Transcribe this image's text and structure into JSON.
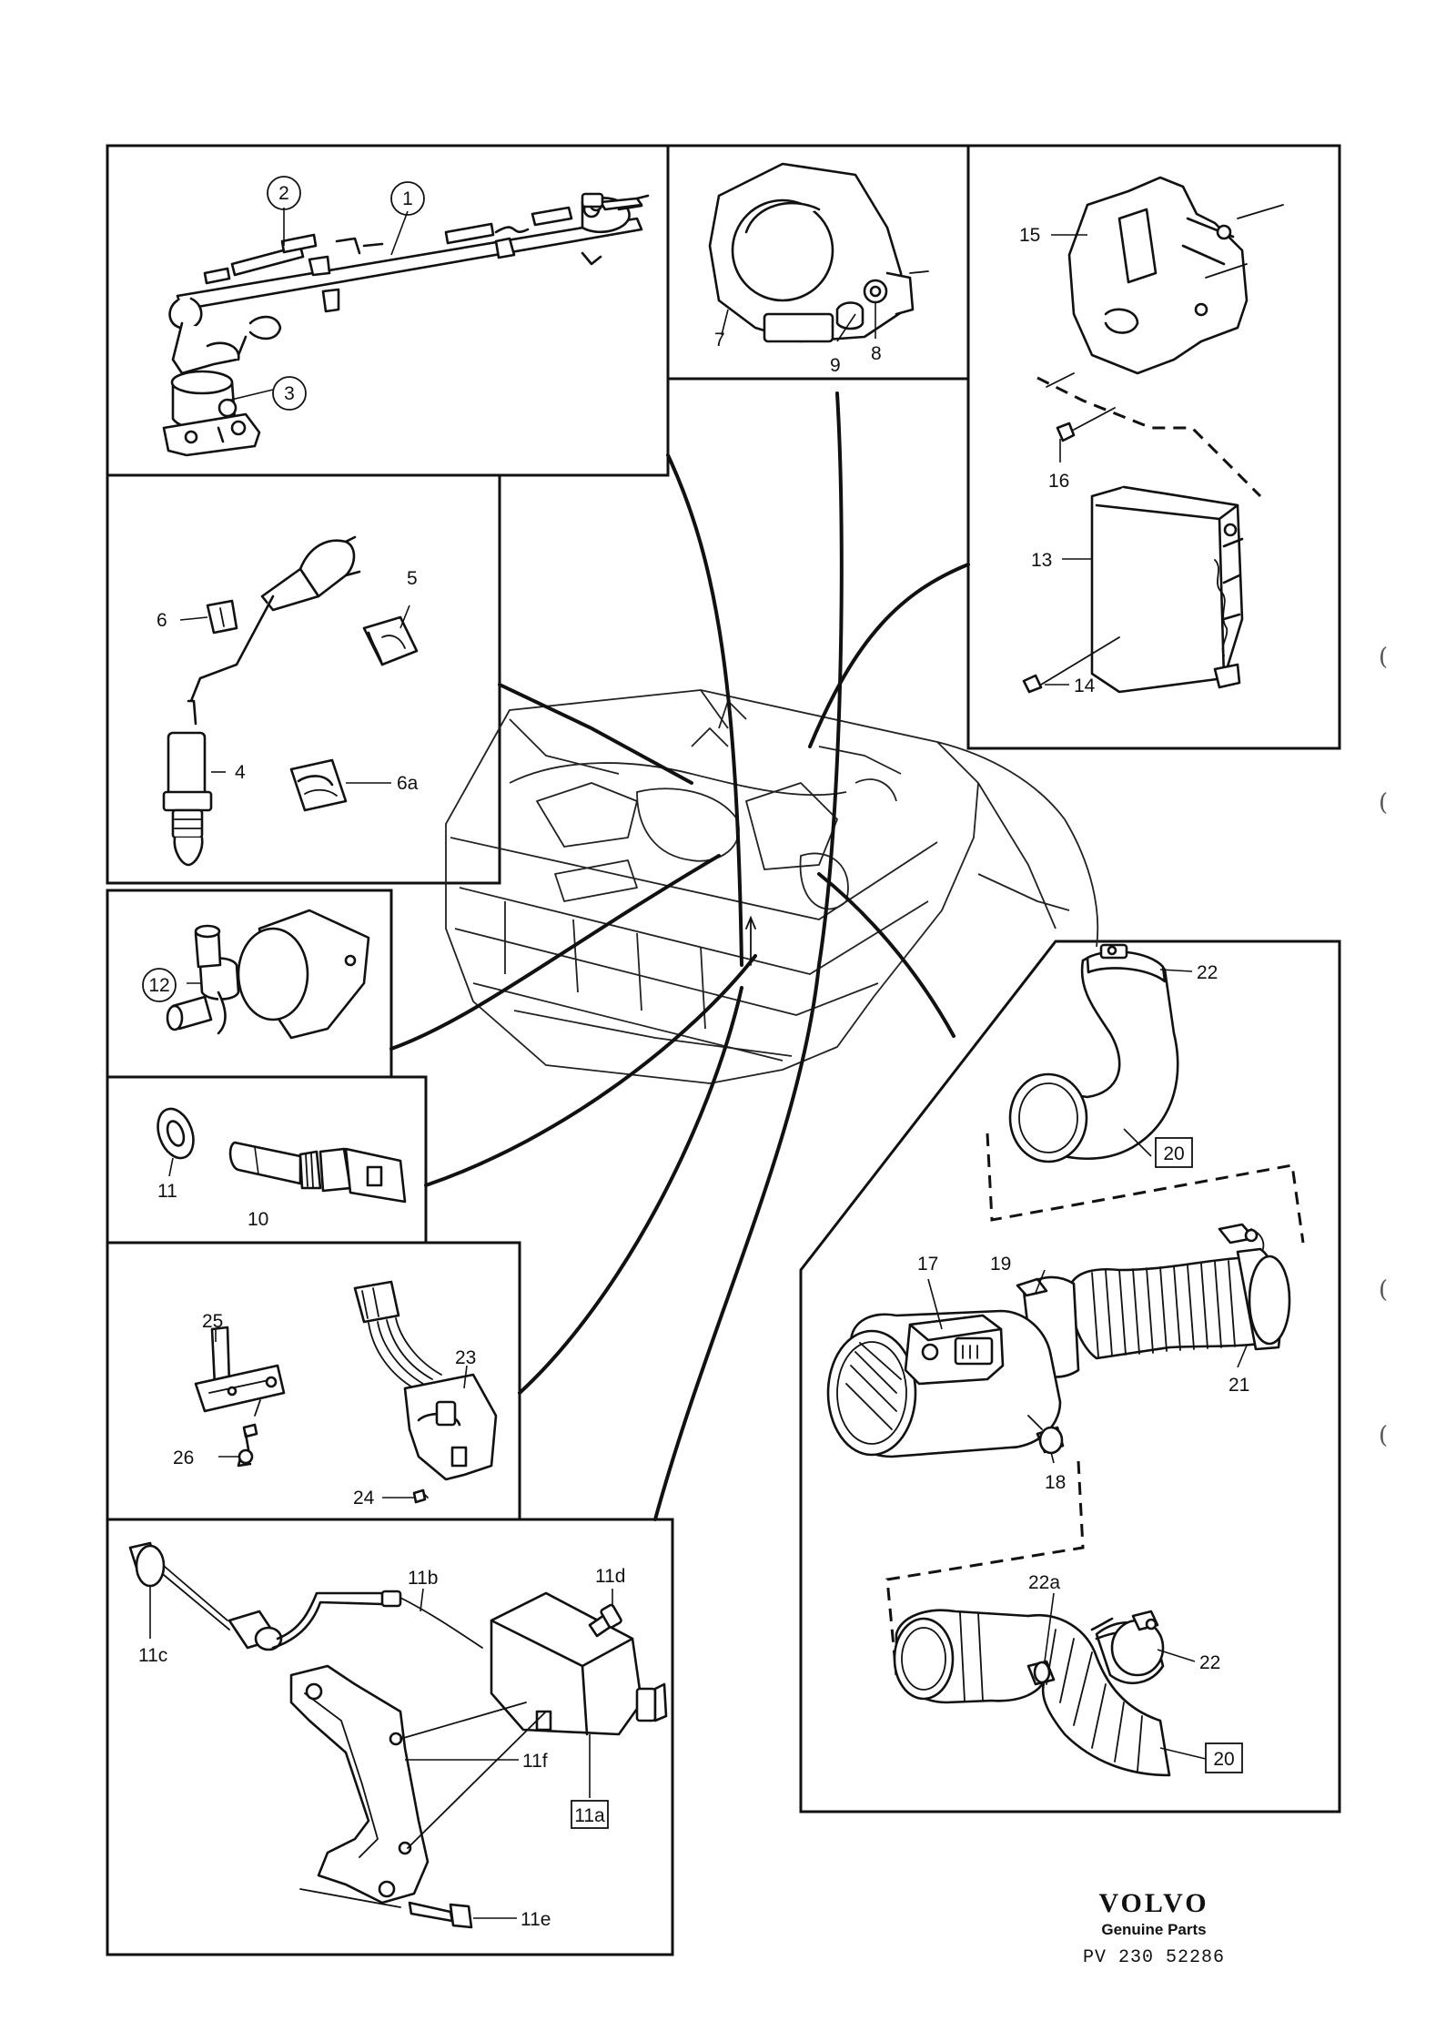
{
  "labels": {
    "p1": "1",
    "p2": "2",
    "p3": "3",
    "p4": "4",
    "p5": "5",
    "p6": "6",
    "p6a": "6a",
    "p7": "7",
    "p8": "8",
    "p9": "9",
    "p10": "10",
    "p11": "11",
    "p11a": "11a",
    "p11b": "11b",
    "p11c": "11c",
    "p11d": "11d",
    "p11e": "11e",
    "p11f": "11f",
    "p12": "12",
    "p13": "13",
    "p14": "14",
    "p15": "15",
    "p16": "16",
    "p17": "17",
    "p18": "18",
    "p19": "19",
    "p20_top": "20",
    "p20_bottom": "20",
    "p21": "21",
    "p22_top": "22",
    "p22_bottom": "22",
    "p22a": "22a",
    "p23": "23",
    "p24": "24",
    "p25": "25",
    "p26": "26"
  },
  "footer": {
    "brand": "VOLVO",
    "tagline": "Genuine Parts",
    "ref": "PV 230 52286"
  },
  "margin_marks": [
    "(",
    "(",
    "(",
    "("
  ]
}
